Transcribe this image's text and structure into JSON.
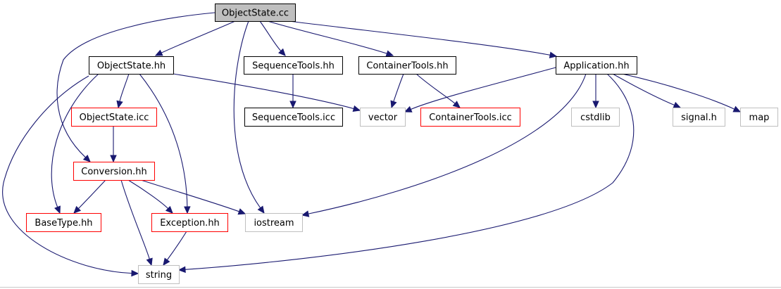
{
  "colors": {
    "edge": "#191970",
    "border_default": "#000000",
    "border_truncated": "#ff0000",
    "border_external": "#bfbfbf",
    "fill_root": "#bfbfbf",
    "fill_default": "#ffffff"
  },
  "nodes": {
    "objectstate_cc": {
      "label": "ObjectState.cc",
      "kind": "root"
    },
    "objectstate_hh": {
      "label": "ObjectState.hh",
      "kind": "default"
    },
    "sequencetools_hh": {
      "label": "SequenceTools.hh",
      "kind": "default"
    },
    "containertools_hh": {
      "label": "ContainerTools.hh",
      "kind": "default"
    },
    "application_hh": {
      "label": "Application.hh",
      "kind": "default"
    },
    "objectstate_icc": {
      "label": "ObjectState.icc",
      "kind": "truncated"
    },
    "sequencetools_icc": {
      "label": "SequenceTools.icc",
      "kind": "default"
    },
    "vector": {
      "label": "vector",
      "kind": "external"
    },
    "containertools_icc": {
      "label": "ContainerTools.icc",
      "kind": "truncated"
    },
    "cstdlib": {
      "label": "cstdlib",
      "kind": "external"
    },
    "signal_h": {
      "label": "signal.h",
      "kind": "external"
    },
    "map": {
      "label": "map",
      "kind": "external"
    },
    "conversion_hh": {
      "label": "Conversion.hh",
      "kind": "truncated"
    },
    "basetype_hh": {
      "label": "BaseType.hh",
      "kind": "truncated"
    },
    "exception_hh": {
      "label": "Exception.hh",
      "kind": "truncated"
    },
    "iostream": {
      "label": "iostream",
      "kind": "external"
    },
    "string": {
      "label": "string",
      "kind": "external"
    }
  },
  "edges": [
    [
      "objectstate_cc",
      "objectstate_hh"
    ],
    [
      "objectstate_cc",
      "sequencetools_hh"
    ],
    [
      "objectstate_cc",
      "containertools_hh"
    ],
    [
      "objectstate_cc",
      "application_hh"
    ],
    [
      "objectstate_cc",
      "conversion_hh"
    ],
    [
      "objectstate_cc",
      "iostream"
    ],
    [
      "objectstate_hh",
      "objectstate_icc"
    ],
    [
      "objectstate_hh",
      "vector"
    ],
    [
      "objectstate_hh",
      "basetype_hh"
    ],
    [
      "objectstate_hh",
      "exception_hh"
    ],
    [
      "objectstate_hh",
      "string"
    ],
    [
      "sequencetools_hh",
      "sequencetools_icc"
    ],
    [
      "containertools_hh",
      "vector"
    ],
    [
      "containertools_hh",
      "containertools_icc"
    ],
    [
      "application_hh",
      "vector"
    ],
    [
      "application_hh",
      "cstdlib"
    ],
    [
      "application_hh",
      "signal_h"
    ],
    [
      "application_hh",
      "map"
    ],
    [
      "application_hh",
      "iostream"
    ],
    [
      "application_hh",
      "string"
    ],
    [
      "objectstate_icc",
      "conversion_hh"
    ],
    [
      "conversion_hh",
      "basetype_hh"
    ],
    [
      "conversion_hh",
      "exception_hh"
    ],
    [
      "conversion_hh",
      "iostream"
    ],
    [
      "conversion_hh",
      "string"
    ],
    [
      "exception_hh",
      "string"
    ]
  ]
}
